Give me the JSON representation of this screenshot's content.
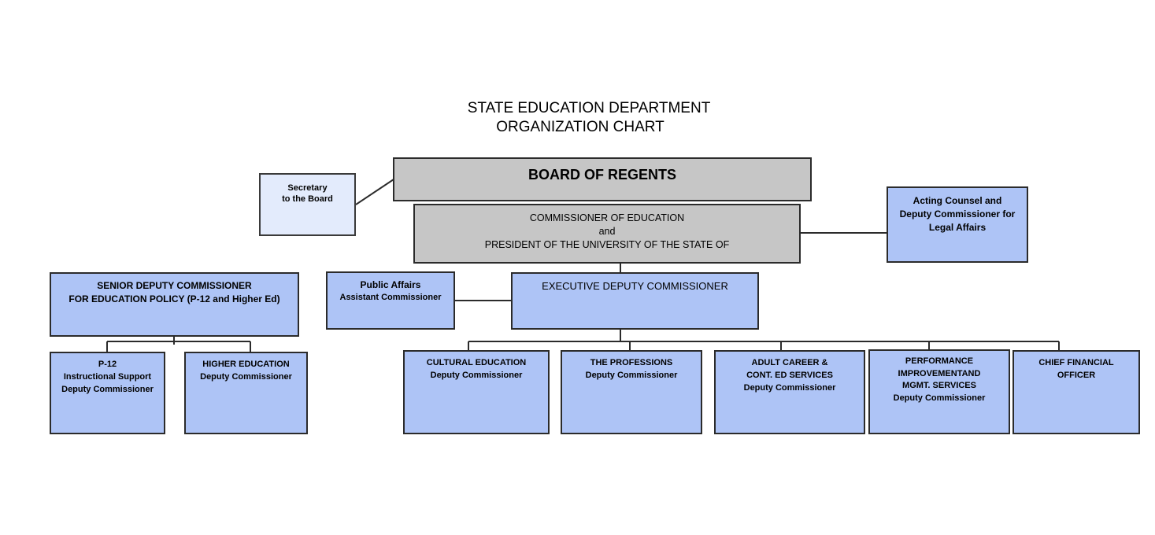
{
  "title": {
    "line1": "STATE EDUCATION DEPARTMENT",
    "line2": "ORGANIZATION CHART"
  },
  "nodes": {
    "board": {
      "lines": [
        "BOARD OF REGENTS"
      ]
    },
    "secretary": {
      "lines": [
        "Secretary",
        "to the Board"
      ]
    },
    "commissioner": {
      "lines": [
        "COMMISSIONER OF EDUCATION",
        "and",
        "PRESIDENT OF THE UNIVERSITY OF THE STATE OF"
      ]
    },
    "counsel": {
      "lines": [
        "Acting Counsel and",
        "Deputy Commissioner for",
        "Legal Affairs"
      ]
    },
    "senior_deputy": {
      "lines": [
        "SENIOR DEPUTY COMMISSIONER",
        "FOR EDUCATION POLICY (P-12 and Higher Ed)"
      ]
    },
    "public_affairs": {
      "lines": [
        "Public Affairs",
        "Assistant Commissioner"
      ]
    },
    "executive_deputy": {
      "lines": [
        "EXECUTIVE DEPUTY COMMISSIONER"
      ]
    },
    "p12": {
      "lines": [
        "P-12",
        "Instructional Support",
        "Deputy Commissioner"
      ]
    },
    "higher_ed": {
      "lines": [
        "HIGHER EDUCATION",
        "Deputy Commissioner"
      ]
    },
    "cultural": {
      "lines": [
        "CULTURAL EDUCATION",
        "Deputy Commissioner"
      ]
    },
    "professions": {
      "lines": [
        "THE PROFESSIONS",
        "Deputy Commissioner"
      ]
    },
    "adult_career": {
      "lines": [
        "ADULT CAREER &",
        "CONT. ED SERVICES",
        "Deputy Commissioner"
      ]
    },
    "performance": {
      "lines": [
        "PERFORMANCE",
        "IMPROVEMENTAND",
        "MGMT. SERVICES",
        "Deputy Commissioner"
      ]
    },
    "cfo": {
      "lines": [
        "CHIEF FINANCIAL",
        "OFFICER"
      ]
    }
  }
}
